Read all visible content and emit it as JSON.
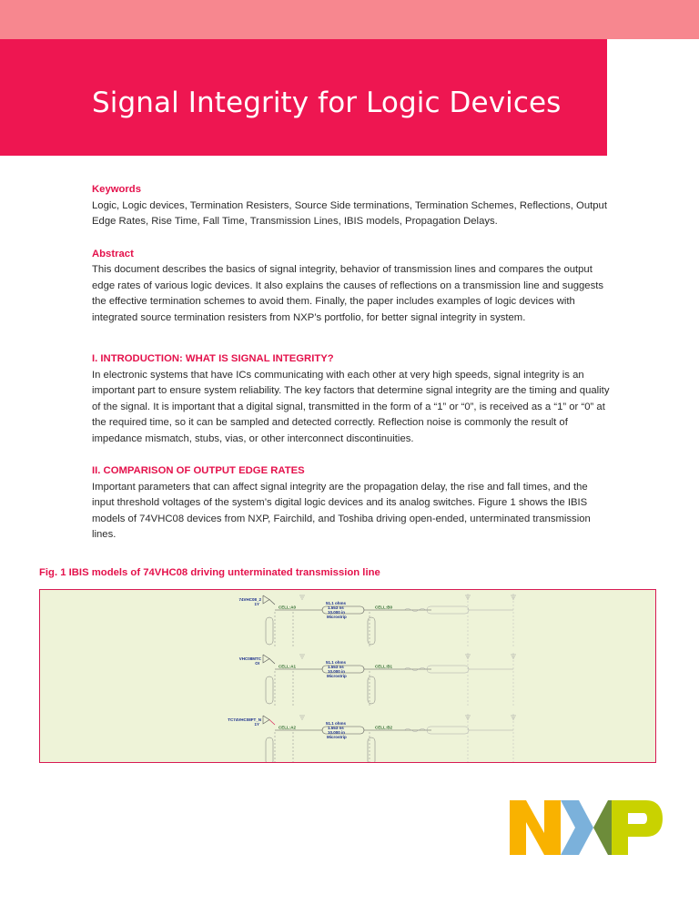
{
  "header": {
    "title": "Signal Integrity for Logic Devices"
  },
  "keywords": {
    "heading": "Keywords",
    "text": "Logic, Logic devices, Termination Resisters, Source Side terminations, Termination Schemes, Reflections, Output Edge Rates, Rise Time, Fall Time, Transmission Lines, IBIS models, Propagation Delays."
  },
  "abstract": {
    "heading": "Abstract",
    "text": "This document describes the basics of signal integrity, behavior of transmission lines and compares the output edge rates of various logic devices. It also explains the causes of reflections on a transmission line and suggests the effective termination schemes to avoid them. Finally, the paper includes examples of logic devices with integrated source termination resisters from NXP’s portfolio, for better signal integrity in system."
  },
  "intro": {
    "heading": "I. INTRODUCTION: WHAT IS SIGNAL INTEGRITY?",
    "text": "In electronic systems that have ICs communicating with each other at very high speeds, signal integrity is an important part to ensure system reliability. The key factors that determine signal integrity are the timing and quality of the signal. It is important that a digital signal, transmitted in the form of a “1” or “0”, is received as a “1” or “0” at the required time, so it can be sampled and detected correctly. Reflection noise is commonly the result of impedance mismatch, stubs, vias, or other interconnect discontinuities."
  },
  "comparison": {
    "heading": "II. COMPARISON OF OUTPUT EDGE RATES",
    "text": "Important parameters that can affect signal integrity are the propagation delay, the rise and fall times, and the input threshold voltages of the system’s digital logic devices and its analog switches.  Figure 1 shows the IBIS models of 74VHC08 devices from NXP, Fairchild, and Toshiba driving open-ended, unterminated transmission lines."
  },
  "figure": {
    "caption": "Fig. 1 IBIS models of 74VHC08 driving unterminated transmission line",
    "rows": [
      {
        "device": "74VHC08_2",
        "pin": "1Y",
        "cell_a": "CELL:A0",
        "cell_b": "CELL:B0",
        "line1": "51.1 ohms",
        "line2": "1.553 ns",
        "line3": "10.000 in",
        "line4": "Microstrip"
      },
      {
        "device": "VHC08MTC",
        "pin": "OI",
        "cell_a": "CELL:A1",
        "cell_b": "CELL:B1",
        "line1": "51.1 ohms",
        "line2": "1.553 ns",
        "line3": "10.000 in",
        "line4": "Microstrip"
      },
      {
        "device": "TC74VHC08FT_N",
        "pin": "1Y",
        "cell_a": "CELL:A2",
        "cell_b": "CELL:B2",
        "line1": "51.1 ohms",
        "line2": "1.553 ns",
        "line3": "10.000 in",
        "line4": "Microstrip"
      }
    ]
  },
  "logo": {
    "text": "NXP",
    "colors": {
      "n": "#f9b200",
      "x_left": "#7bb1db",
      "x_right": "#6d8c3a",
      "p": "#c9d200"
    }
  },
  "colors": {
    "band": "#f7878f",
    "title_bg": "#ee1651",
    "heading": "#e4114b",
    "figure_bg": "#eef3d8",
    "figure_border": "#d81a53"
  }
}
